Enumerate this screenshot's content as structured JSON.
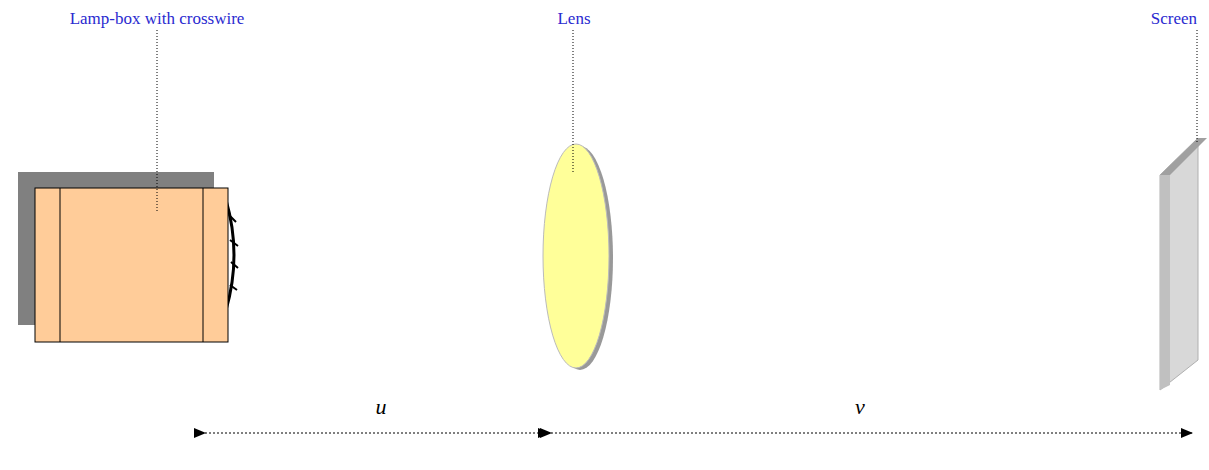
{
  "diagram": {
    "labels": [
      "Lamp-box with crosswire",
      "Lens",
      "Screen",
      "u",
      "v"
    ]
  }
}
